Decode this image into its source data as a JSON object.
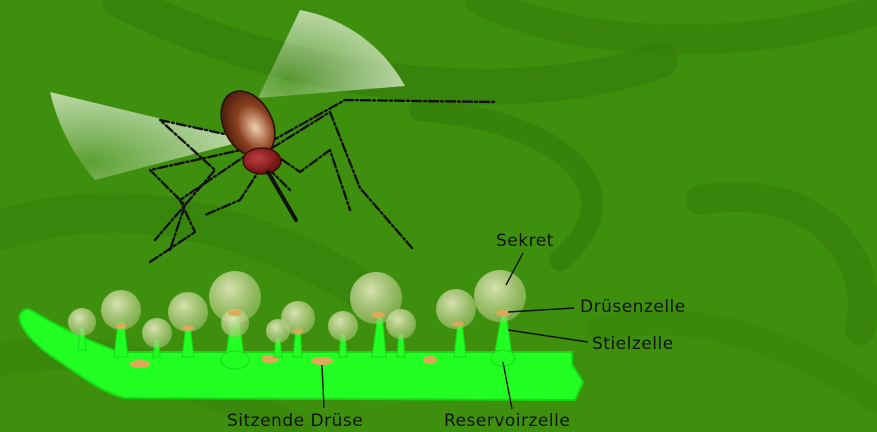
{
  "colors": {
    "background": "#3f8f0e",
    "swoosh": "#327a09",
    "leaf": "#22ff22",
    "leaf_edge": "#18d818",
    "gland_head": "#a8c47a",
    "gland_cell": "#e2a85a",
    "mosquito_body": "#5a2410",
    "mosquito_head": "#7a1010",
    "wing": "#d9e8c6"
  },
  "labels": {
    "sekret": "Sekret",
    "druesenzelle": "Drüsenzelle",
    "stielzelle": "Stielzelle",
    "sitzende_druese": "Sitzende Drüse",
    "reservoirzelle": "Reservoirzelle"
  },
  "icons": {
    "insect": "mosquito-icon"
  }
}
